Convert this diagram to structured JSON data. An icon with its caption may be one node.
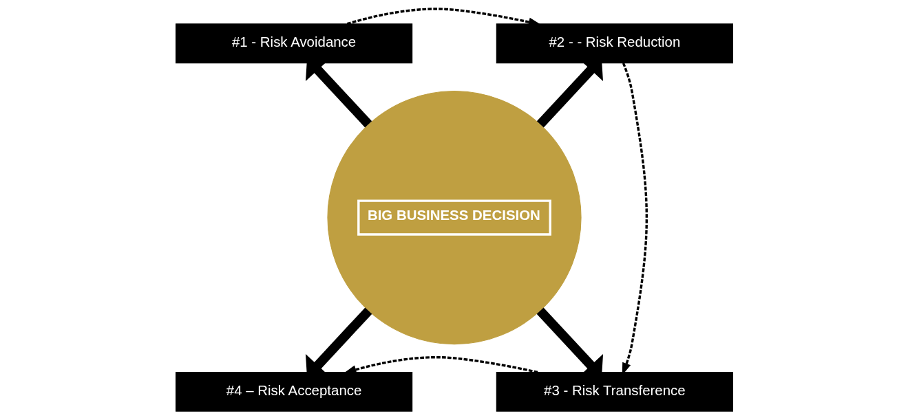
{
  "diagram": {
    "nodes": [
      {
        "text": [
          "BIG BUSINESS DECISION"
        ]
      },
      {
        "text": [
          "#1 - Risk Avoidance"
        ]
      },
      {
        "text": [
          "#2 - - Risk Reduction"
        ]
      },
      {
        "text": [
          "#3 - Risk Transference"
        ]
      },
      {
        "text": [
          "#4 – Risk Acceptance"
        ]
      }
    ],
    "edges": [
      {
        "from": 0,
        "to": 1,
        "arrow": "to"
      },
      {
        "from": 0,
        "to": 2,
        "arrow": "to"
      },
      {
        "from": 0,
        "to": 3,
        "arrow": "to"
      },
      {
        "from": 0,
        "to": 4,
        "arrow": "to"
      },
      {
        "from": 1,
        "to": 2,
        "arrow": "to",
        "style": "dashed"
      },
      {
        "from": 2,
        "to": 3,
        "arrow": "to",
        "style": "dashed"
      },
      {
        "from": 3,
        "to": 4,
        "arrow": "to",
        "style": "dashed"
      }
    ]
  }
}
